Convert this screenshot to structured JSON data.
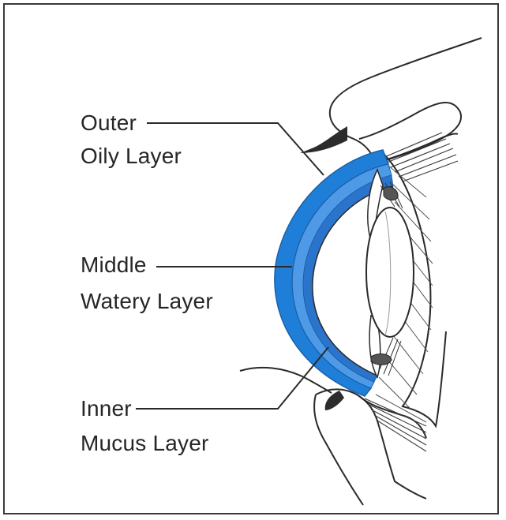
{
  "diagram": {
    "labels": {
      "outer_title": "Outer",
      "outer_sub": "Oily Layer",
      "middle_title": "Middle",
      "middle_sub": "Watery Layer",
      "inner_title": "Inner",
      "inner_sub": "Mucus Layer"
    },
    "colors": {
      "outer_layer": "#1f7fd8",
      "middle_layer": "#4f9ae6",
      "inner_layer": "#2a74cc",
      "ink": "#2a2a2a",
      "frame": "#3a3a3a"
    }
  }
}
